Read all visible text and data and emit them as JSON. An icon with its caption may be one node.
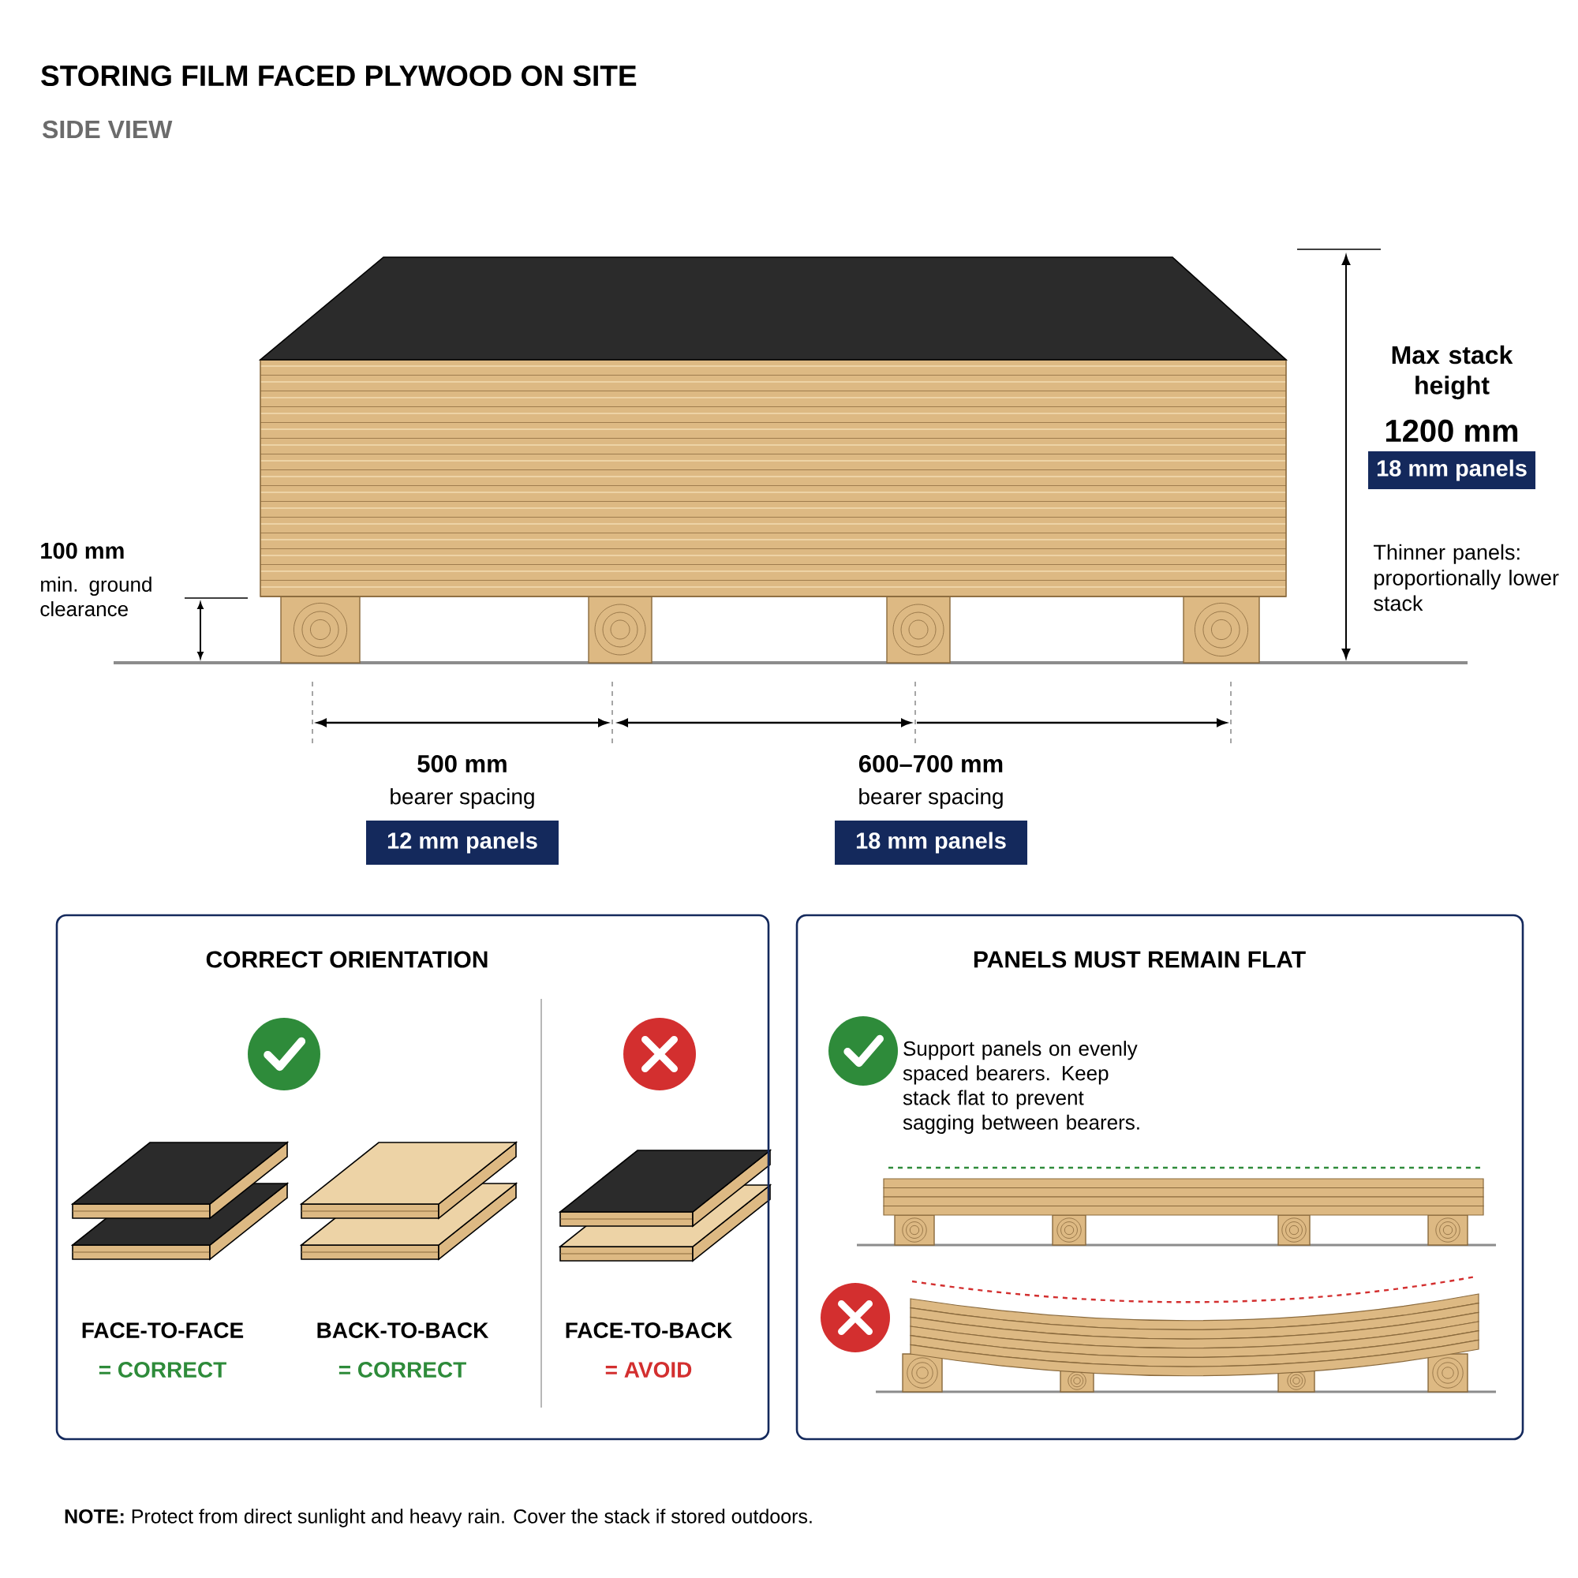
{
  "diagram": {
    "title": "STORING FILM FACED PLYWOOD ON SITE",
    "nodes": [
      {
        "text": [
          "CORRECT ORIENTATION",
          "FACE-TO-FACE",
          "= CORRECT",
          "BACK-TO-BACK",
          "= CORRECT",
          "FACE-TO-BACK",
          "= AVOID"
        ]
      },
      {
        "text": [
          "PANELS MUST REMAIN FLAT",
          "Support panels on evenly spaced bearers. Keep stack flat to prevent sagging between bearers."
        ]
      },
      {
        "text": [
          "18 mm panels"
        ]
      },
      {
        "text": [
          "12 mm panels"
        ]
      },
      {
        "text": [
          "18 mm panels"
        ]
      }
    ],
    "labels": [
      "SIDE VIEW",
      "Max stack height",
      "1200 mm",
      "Thinner panels: proportionally lower stack",
      "100 mm",
      "min. ground clearance",
      "500 mm",
      "bearer spacing",
      "600–700 mm",
      "bearer spacing",
      "**NOTE:** Protect from direct sunlight and heavy rain. Cover the stack if stored outdoors."
    ]
  }
}
